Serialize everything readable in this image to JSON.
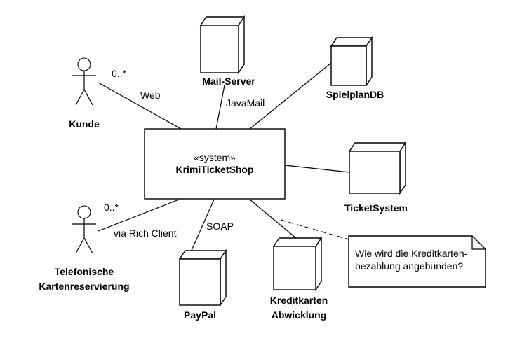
{
  "system": {
    "stereotype": "«system»",
    "name": "KrimiTicketShop"
  },
  "actors": {
    "kunde": {
      "label": "Kunde",
      "multiplicity": "0..*",
      "edge_label": "Web"
    },
    "telefon": {
      "label_line1": "Telefonische",
      "label_line2": "Kartenreservierung",
      "multiplicity": "0..*",
      "edge_label": "via Rich Client"
    }
  },
  "nodes": {
    "mail": {
      "label": "Mail-Server",
      "edge_label": "JavaMail"
    },
    "spielplan": {
      "label": "SpielplanDB"
    },
    "ticket": {
      "label": "TicketSystem"
    },
    "paypal": {
      "label": "PayPal",
      "edge_label": "SOAP"
    },
    "kredit": {
      "label_line1": "Kreditkarten",
      "label_line2": "Abwicklung"
    }
  },
  "note": {
    "line1": "Wie wird die Kreditkarten-",
    "line2": "bezahlung angebunden?"
  }
}
